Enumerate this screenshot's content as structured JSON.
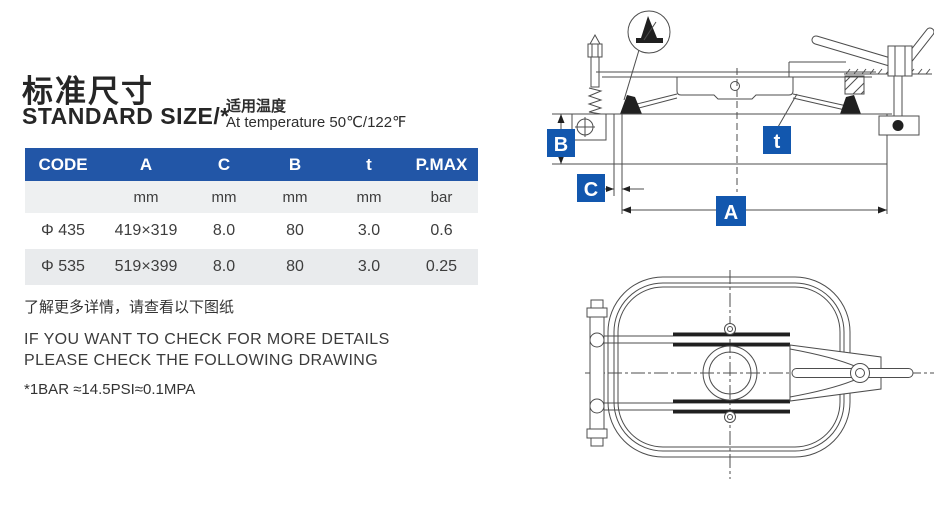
{
  "header": {
    "title_cn": "标准尺寸",
    "title_en": "STANDARD SIZE/*",
    "temp_cn": "适用温度",
    "temp_en": "At temperature 50℃/122℉"
  },
  "table": {
    "columns": [
      "CODE",
      "A",
      "C",
      "B",
      "t",
      "P.MAX"
    ],
    "units": [
      "",
      "mm",
      "mm",
      "mm",
      "mm",
      "bar"
    ],
    "rows": [
      [
        "Φ 435",
        "419×319",
        "8.0",
        "80",
        "3.0",
        "0.6"
      ],
      [
        "Φ 535",
        "519×399",
        "8.0",
        "80",
        "3.0",
        "0.25"
      ]
    ]
  },
  "notes": {
    "more_cn": "了解更多详情，请查看以下图纸",
    "more_en_line1": "IF YOU WANT TO CHECK FOR MORE DETAILS",
    "more_en_line2": "PLEASE CHECK THE FOLLOWING DRAWING",
    "bar_equiv": "*1BAR ≈14.5PSI≈0.1MPA"
  },
  "diagram_labels": {
    "a": "A",
    "b": "B",
    "c": "C",
    "t": "t"
  },
  "colors": {
    "table_header_blue": "#2256a7",
    "label_box_blue": "#1257ae",
    "row_alt_gray": "#e9ebed",
    "units_row_gray": "#eef0f1",
    "line_gray": "#4d4d4d"
  }
}
